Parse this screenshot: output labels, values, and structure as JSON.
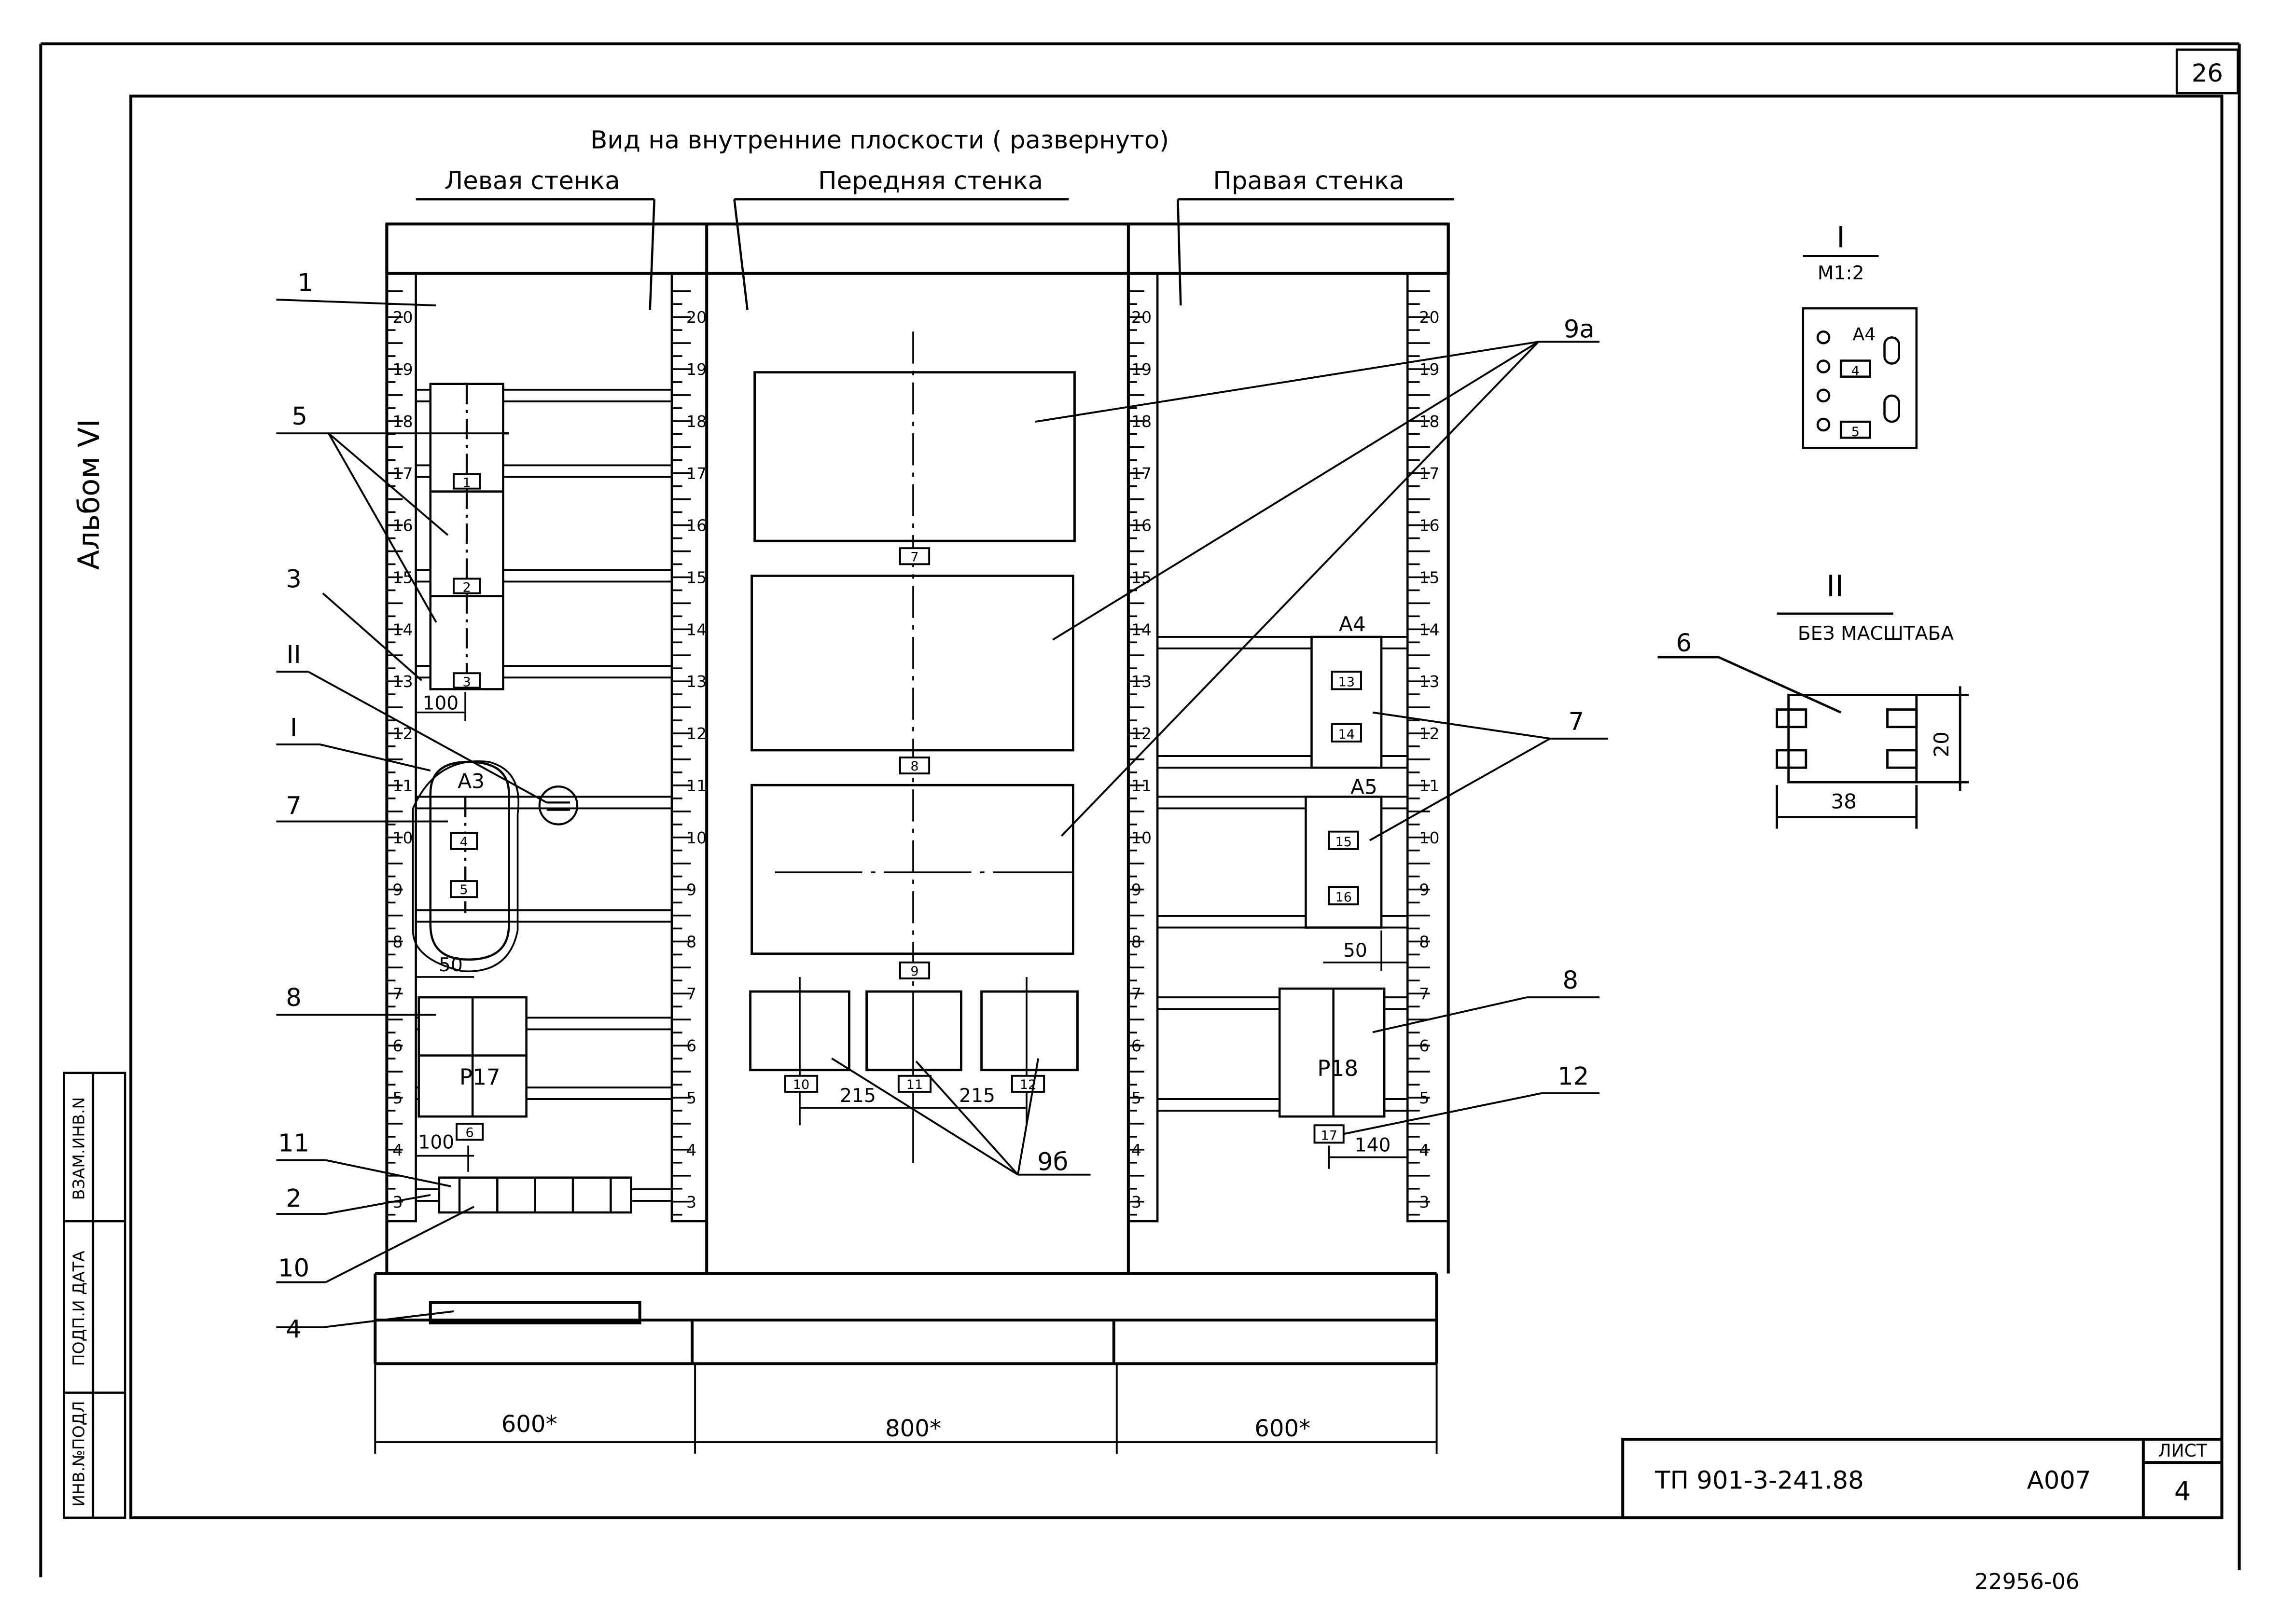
{
  "sheet_corner_number": "26",
  "album_label": "Альбом VI",
  "side_stamp": {
    "cells": [
      "ВЗАМ.ИНВ.N",
      "ПОДП.И ДАТА",
      "ИНВ.№ПОДЛ"
    ]
  },
  "main_title": "Вид на внутренние плоскости ( развернуто)",
  "wall_titles": {
    "left": "Левая стенка",
    "front": "Передняя стенка",
    "right": "Правая стенка"
  },
  "callouts": {
    "n1": "1",
    "n2": "2",
    "n3": "3",
    "n4": "4",
    "n5": "5",
    "n6": "6",
    "n7_left": "7",
    "n7_right": "7",
    "n8_left": "8",
    "n8_right": "8",
    "n9a": "9a",
    "n9b": "9б",
    "n10": "10",
    "n11": "11",
    "n12": "12",
    "roman_I": "I",
    "roman_II": "II"
  },
  "ruler_labels": [
    "20",
    "19",
    "18",
    "17",
    "16",
    "15",
    "14",
    "13",
    "12",
    "11",
    "10",
    "9",
    "8",
    "7",
    "6",
    "5",
    "4",
    "3"
  ],
  "devices": {
    "A3": "A3",
    "A4": "A4",
    "A5": "A5",
    "P17": "P17",
    "P18": "P18"
  },
  "tags": {
    "t1": "1",
    "t2": "2",
    "t3": "3",
    "t4": "4",
    "t5": "5",
    "t6": "6",
    "t7": "7",
    "t8": "8",
    "t9": "9",
    "t10": "10",
    "t11": "11",
    "t12": "12",
    "t13": "13",
    "t14": "14",
    "t15": "15",
    "t16": "16",
    "t17": "17"
  },
  "dimensions": {
    "d100_top": "100",
    "d50_left": "50",
    "d100_bottom": "100",
    "d215_a": "215",
    "d215_b": "215",
    "d50_right": "50",
    "d140": "140",
    "w_left": "600*",
    "w_front": "800*",
    "w_right": "600*"
  },
  "detail_I": {
    "title": "I",
    "scale": "M1:2",
    "label": "A4",
    "tag_a": "4",
    "tag_b": "5"
  },
  "detail_II": {
    "title": "II",
    "scale": "БЕЗ МАСШТАБА",
    "dim_w": "38",
    "dim_h": "20"
  },
  "title_block": {
    "code": "ТП 901-3-241.88",
    "part": "А007",
    "sheet_label": "ЛИСТ",
    "sheet_no": "4"
  },
  "footer_number": "22956-06"
}
